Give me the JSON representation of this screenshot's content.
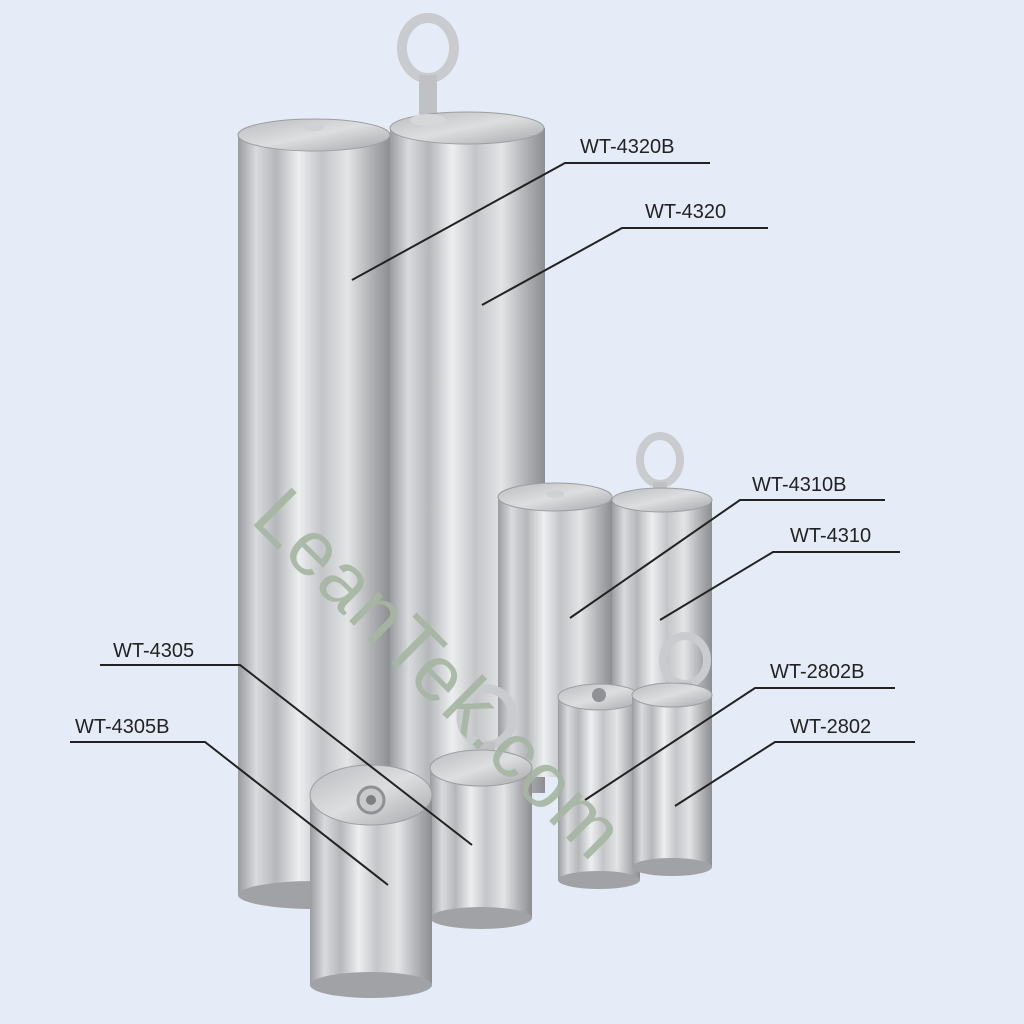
{
  "labels": [
    "WT-4320B",
    "WT-4320",
    "WT-4310B",
    "WT-4310",
    "WT-2802B",
    "WT-2802",
    "WT-4305",
    "WT-4305B"
  ],
  "watermark": "LeanTek.com",
  "colors": {
    "background": "#e6ecf7",
    "line": "#222222",
    "watermark": "#a7b7a3"
  }
}
